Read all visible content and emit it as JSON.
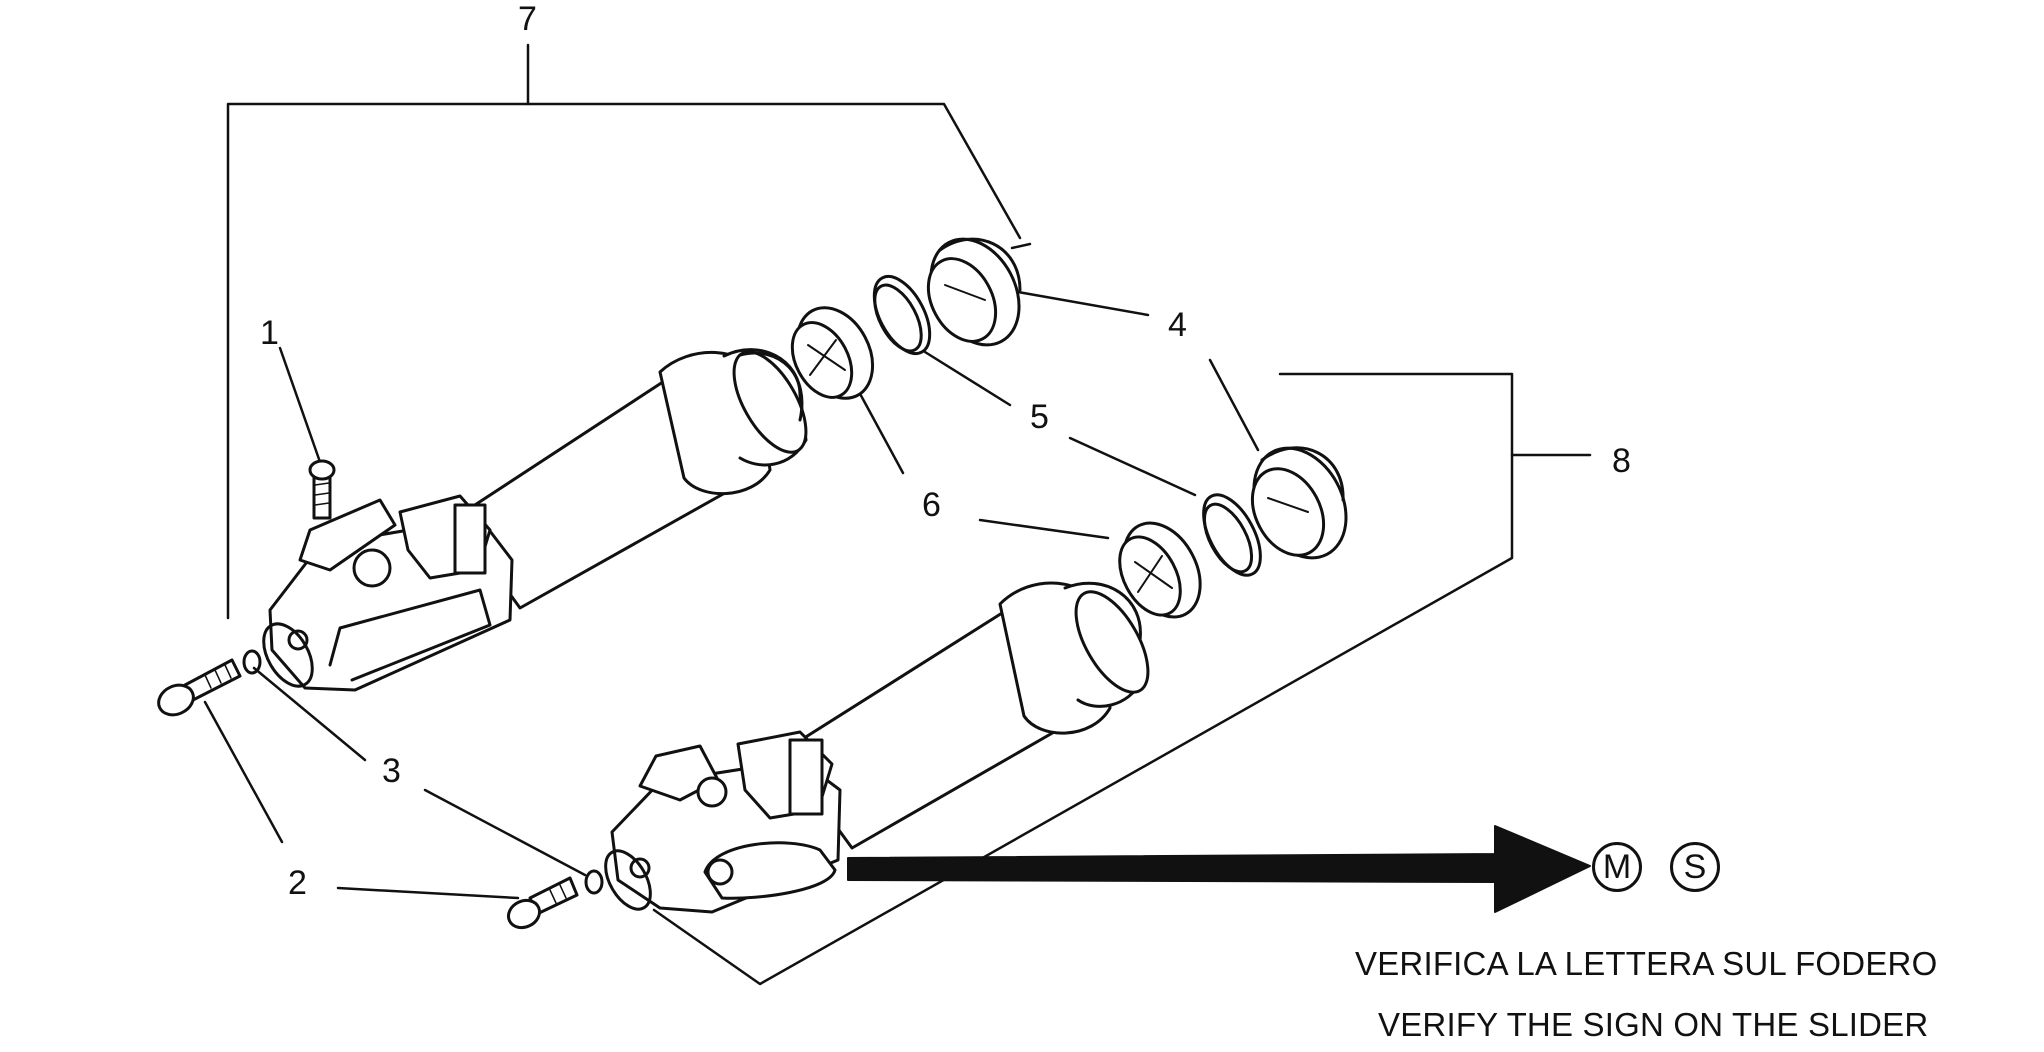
{
  "callouts": {
    "c1": "1",
    "c2": "2",
    "c3": "3",
    "c4": "4",
    "c5": "5",
    "c6": "6",
    "c7": "7",
    "c8": "8"
  },
  "marks": {
    "m": "M",
    "s": "S"
  },
  "notes": {
    "italian": "VERIFICA LA LETTERA SUL FODERO",
    "english": "VERIFY THE SIGN ON THE SLIDER"
  }
}
